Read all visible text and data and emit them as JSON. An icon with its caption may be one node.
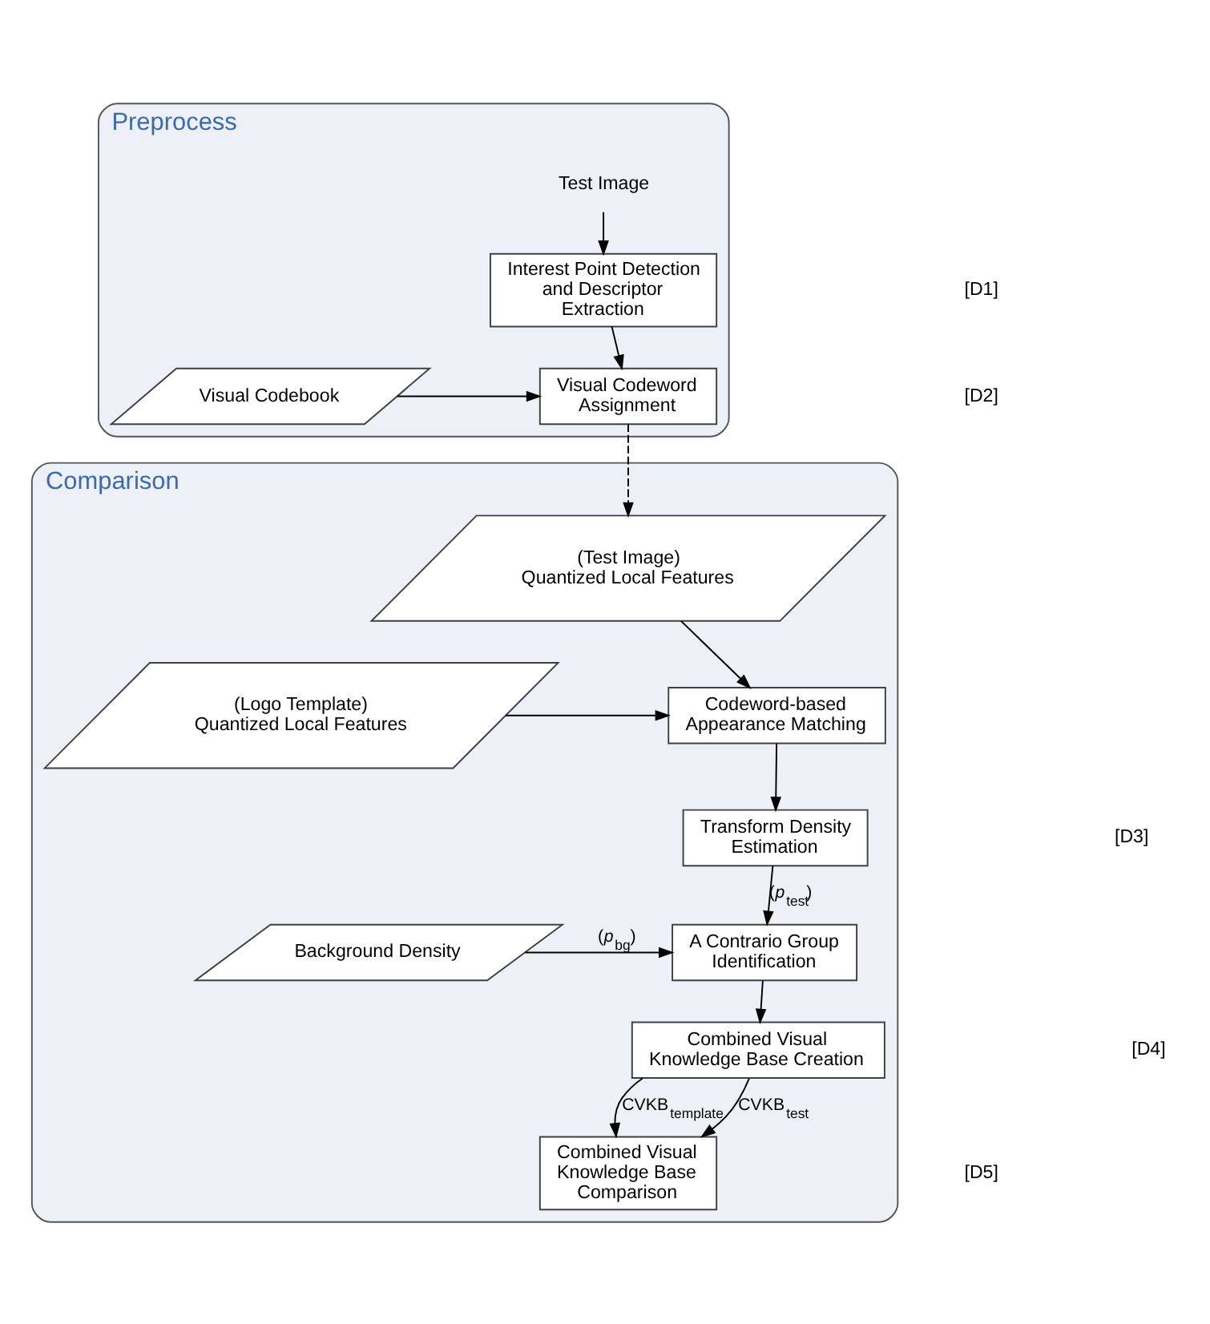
{
  "diagram": {
    "nodes": [
      {
        "text": [
          "Preprocess"
        ]
      },
      {
        "text": [
          "Test Image"
        ],
        "in": 0
      },
      {
        "text": [
          "Interest Point Detection and Descriptor Extraction"
        ],
        "in": 0
      },
      {
        "text": [
          "Visual Codebook"
        ],
        "in": 0
      },
      {
        "text": [
          "Visual Codeword Assignment"
        ],
        "in": 0
      },
      {
        "text": [
          "Comparison"
        ]
      },
      {
        "text": [
          "(Test Image)",
          "Quantized Local Features"
        ],
        "in": 5
      },
      {
        "text": [
          "(Logo Template)",
          "Quantized Local Features"
        ],
        "in": 5
      },
      {
        "text": [
          "Codeword-based Appearance Matching"
        ],
        "in": 5
      },
      {
        "text": [
          "Transform Density Estimation"
        ],
        "in": 5
      },
      {
        "text": [
          "Background Density"
        ],
        "in": 5
      },
      {
        "text": [
          "A Contrario Group Identification"
        ],
        "in": 5
      },
      {
        "text": [
          "Combined Visual Knowledge Base Creation"
        ],
        "in": 5
      },
      {
        "text": [
          "Combined Visual Knowledge Base Comparison"
        ],
        "in": 5
      }
    ],
    "edges": [
      {
        "from": 1,
        "to": 2,
        "arrow": "to"
      },
      {
        "from": 2,
        "to": 4,
        "arrow": "to"
      },
      {
        "from": 3,
        "to": 4,
        "arrow": "to"
      },
      {
        "from": 4,
        "to": 6,
        "arrow": "to",
        "style": "dashed"
      },
      {
        "from": 6,
        "to": 8,
        "arrow": "to"
      },
      {
        "from": 7,
        "to": 8,
        "arrow": "to"
      },
      {
        "from": 8,
        "to": 9,
        "arrow": "to"
      },
      {
        "from": 9,
        "to": 11,
        "arrow": "to",
        "label": "(*p*$_{test}$)"
      },
      {
        "from": 10,
        "to": 11,
        "arrow": "to",
        "label": "(*p*$_{bg}$)"
      },
      {
        "from": 11,
        "to": 12,
        "arrow": "to"
      },
      {
        "from": 12,
        "to": 13,
        "arrow": "to",
        "label": "CVKB$_{template}$"
      },
      {
        "from": 12,
        "to": 13,
        "arrow": "to",
        "label": "CVKB$_{test}$"
      }
    ],
    "labels": [
      "[D1]",
      "[D2]",
      "[D3]",
      "[D4]",
      "[D5]"
    ]
  }
}
